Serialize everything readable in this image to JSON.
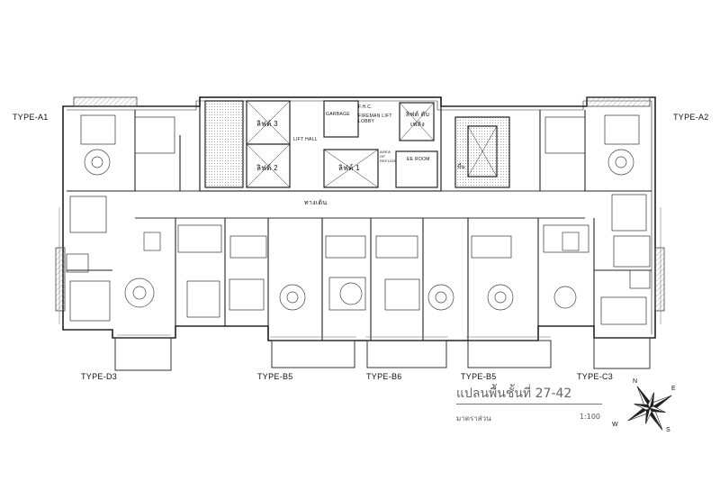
{
  "unit_labels": {
    "type_a1": "TYPE-A1",
    "type_a2": "TYPE-A2",
    "type_d3": "TYPE-D3",
    "type_b5_left": "TYPE-B5",
    "type_b6": "TYPE-B6",
    "type_b5_right": "TYPE-B5",
    "type_c3": "TYPE-C3"
  },
  "core_labels": {
    "lift_3": "ลิฟต์ 3",
    "lift_2": "ลิฟต์ 2",
    "lift_1": "ลิฟต์ 1",
    "lift_service": "ลิฟต์ ดับเพลิง",
    "lift_hall": "LIFT HALL",
    "garbage": "GARBAGE",
    "fhc": "F.H.C.",
    "fireman_lobby": "FIREMAN LIFT LOBBY",
    "ee_room": "EE ROOM",
    "area_of_refuge": "AREA OF REFUGE",
    "corridor": "ทางเดิน",
    "stair_up": "ขึ้น"
  },
  "title_block": {
    "title": "แปลนพื้นชั้นที่",
    "floors": "27-42",
    "scale_label": "มาตราส่วน",
    "scale_value": "1:100"
  },
  "compass": {
    "n": "N",
    "e": "E",
    "s": "S",
    "w": "W"
  }
}
